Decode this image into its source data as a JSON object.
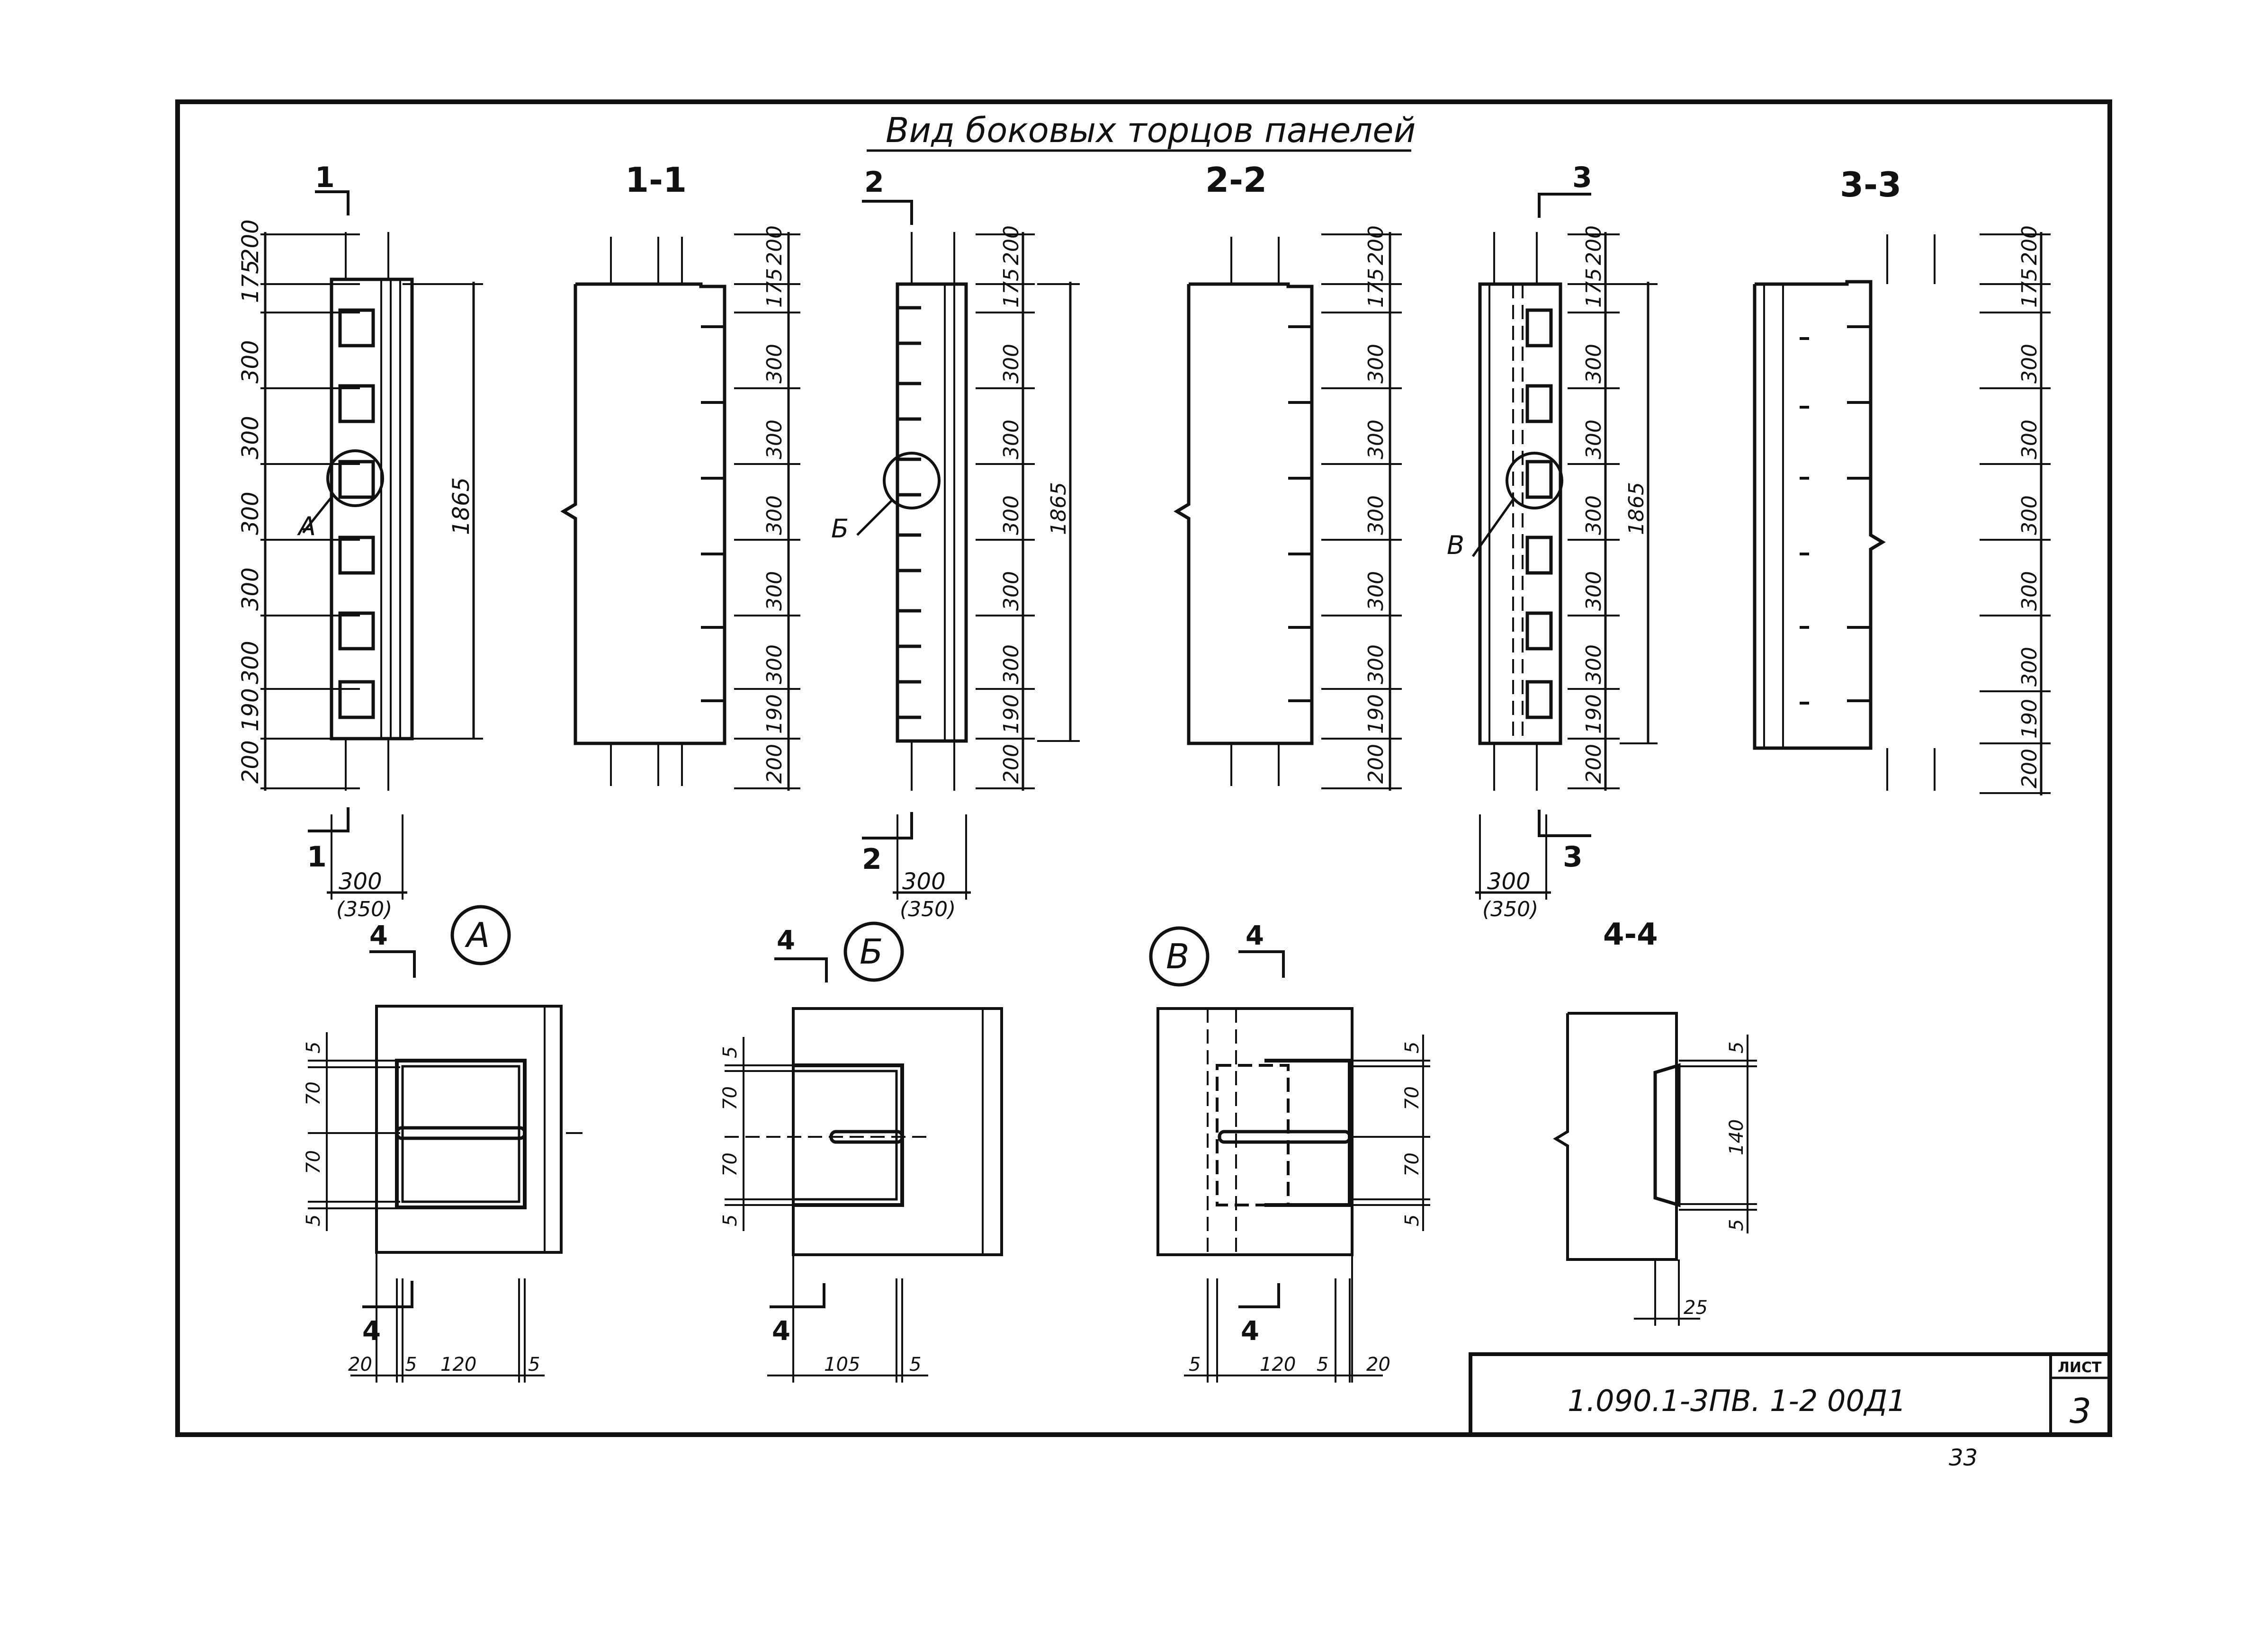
{
  "title": "Вид боковых торцов панелей",
  "sections": {
    "s1": "1-1",
    "s2": "2-2",
    "s3": "3-3",
    "s4": "4-4"
  },
  "cut_marks": {
    "c1": "1",
    "c2": "2",
    "c3": "3",
    "c4": "4"
  },
  "callouts": {
    "a": "А",
    "b": "Б",
    "v": "В"
  },
  "dims": {
    "d200": "200",
    "d175": "175",
    "d300": "300",
    "d190": "190",
    "total": "1865",
    "width": "300",
    "width_alt": "(350)",
    "d5": "5",
    "d70": "70",
    "d140": "140",
    "d20": "20",
    "d120": "120",
    "d105": "105",
    "d25": "25"
  },
  "stamp": {
    "code": "1.090.1-3ПВ. 1-2  00Д1",
    "sheet_label": "ЛИСТ",
    "sheet_number": "3"
  },
  "page_number": "33"
}
